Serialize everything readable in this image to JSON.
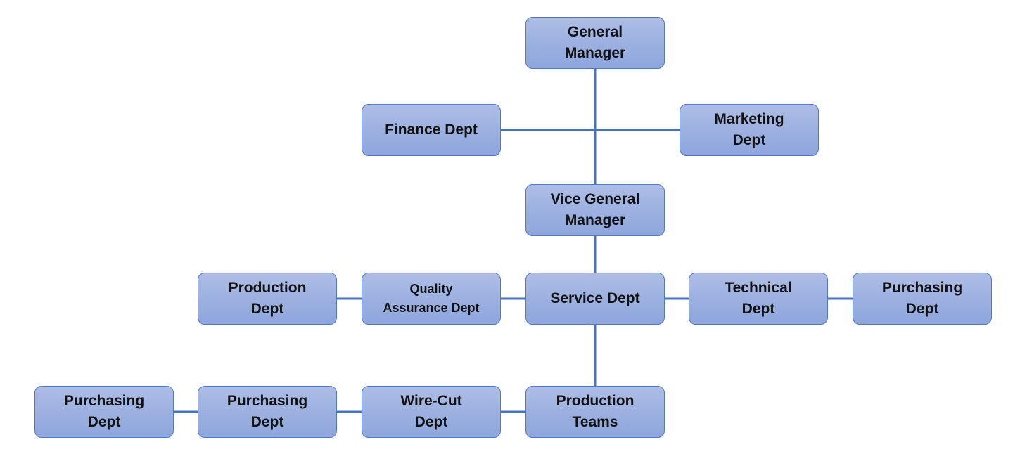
{
  "diagram": {
    "type": "org-chart",
    "colors": {
      "box_fill_top": "#aebde6",
      "box_fill_bottom": "#8ea6dd",
      "box_border": "#4f78c8",
      "connector": "#4472c4",
      "text": "#111111"
    },
    "nodes": [
      {
        "id": "gm",
        "label": "General\nManager"
      },
      {
        "id": "fin",
        "label": "Finance Dept"
      },
      {
        "id": "mkt",
        "label": "Marketing\nDept"
      },
      {
        "id": "vgm",
        "label": "Vice General\nManager"
      },
      {
        "id": "prod",
        "label": "Production\nDept"
      },
      {
        "id": "qa",
        "label": "Quality\nAssurance Dept"
      },
      {
        "id": "svc",
        "label": "Service Dept"
      },
      {
        "id": "tech",
        "label": "Technical\nDept"
      },
      {
        "id": "pur1",
        "label": "Purchasing\nDept"
      },
      {
        "id": "pur2",
        "label": "Purchasing\nDept"
      },
      {
        "id": "pur3",
        "label": "Purchasing\nDept"
      },
      {
        "id": "wire",
        "label": "Wire-Cut\nDept"
      },
      {
        "id": "team",
        "label": "Production\nTeams"
      }
    ],
    "edges": [
      [
        "gm",
        "vgm"
      ],
      [
        "fin",
        "mkt"
      ],
      [
        "vgm",
        "svc"
      ],
      [
        "svc",
        "team"
      ],
      [
        "prod",
        "qa"
      ],
      [
        "qa",
        "svc"
      ],
      [
        "svc",
        "tech"
      ],
      [
        "tech",
        "pur1"
      ],
      [
        "pur2",
        "pur3"
      ],
      [
        "pur3",
        "wire"
      ],
      [
        "wire",
        "team"
      ]
    ]
  }
}
